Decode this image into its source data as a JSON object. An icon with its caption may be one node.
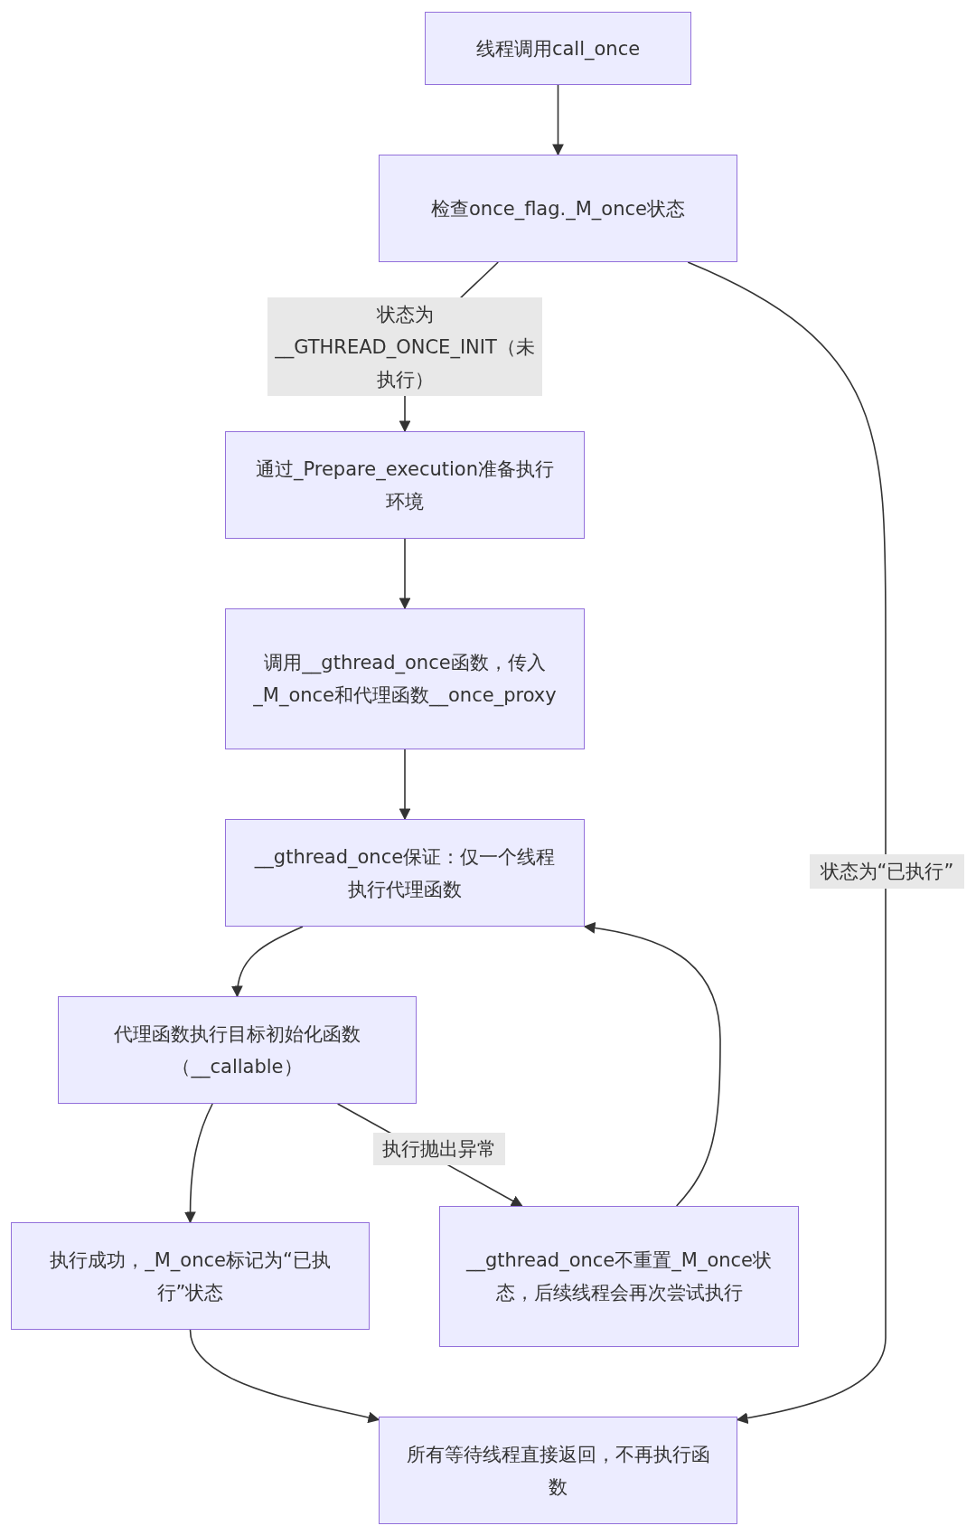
{
  "diagram": {
    "nodes": [
      {
        "text": [
          "线程调用call_once"
        ]
      },
      {
        "text": [
          "检查once_flag._M_once状态"
        ]
      },
      {
        "text": [
          "通过_Prepare_execution准备执行环境"
        ]
      },
      {
        "text": [
          "调用__gthread_once函数，传入_M_once和代理函数__once_proxy"
        ]
      },
      {
        "text": [
          "__gthread_once保证：仅一个线程执行代理函数"
        ]
      },
      {
        "text": [
          "代理函数执行目标初始化函数（__callable）"
        ]
      },
      {
        "text": [
          "执行成功，_M_once标记为“已执行”状态"
        ]
      },
      {
        "text": [
          "__gthread_once不重置_M_once状态，后续线程会再次尝试执行"
        ]
      },
      {
        "text": [
          "所有等待线程直接返回，不再执行函数"
        ]
      }
    ],
    "edges": [
      {
        "from": 0,
        "to": 1,
        "arrow": "to"
      },
      {
        "from": 1,
        "to": 2,
        "arrow": "to",
        "label": "状态为__GTHREAD_ONCE_INIT（未执行）"
      },
      {
        "from": 1,
        "to": 8,
        "arrow": "to",
        "label": "状态为“已执行”"
      },
      {
        "from": 2,
        "to": 3,
        "arrow": "to"
      },
      {
        "from": 3,
        "to": 4,
        "arrow": "to"
      },
      {
        "from": 4,
        "to": 5,
        "arrow": "to"
      },
      {
        "from": 5,
        "to": 6,
        "arrow": "to"
      },
      {
        "from": 5,
        "to": 7,
        "arrow": "to",
        "label": "执行抛出异常"
      },
      {
        "from": 7,
        "to": 4,
        "arrow": "to"
      },
      {
        "from": 6,
        "to": 8,
        "arrow": "to"
      }
    ]
  }
}
